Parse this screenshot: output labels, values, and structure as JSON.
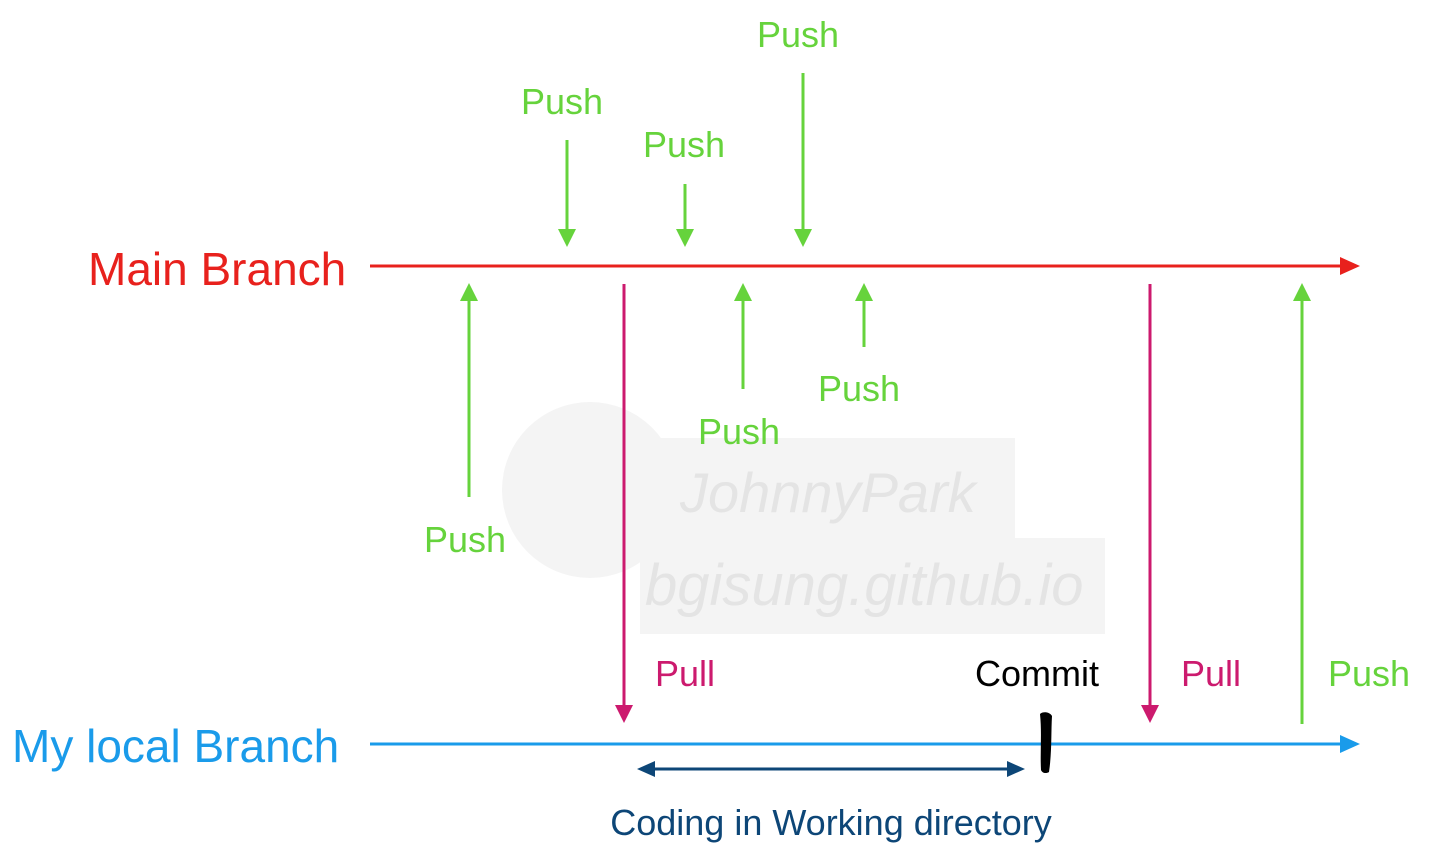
{
  "colors": {
    "main": "#e8211d",
    "local": "#1a9bea",
    "push": "#66d33c",
    "pull": "#cc1a6e",
    "commit": "#000000",
    "working": "#0d4677",
    "watermark": "#e9e9e9"
  },
  "labels": {
    "main_branch": "Main Branch",
    "local_branch": "My local Branch",
    "commit": "Commit",
    "working_dir": "Coding in Working directory"
  },
  "events": {
    "push_top_1": "Push",
    "push_top_2": "Push",
    "push_top_3": "Push",
    "push_bottom_1": "Push",
    "push_bottom_2": "Push",
    "push_bottom_3": "Push",
    "push_local": "Push",
    "pull_1": "Pull",
    "pull_2": "Pull"
  },
  "watermark": {
    "line1": "JohnnyPark",
    "line2": "bgisung.github.io"
  }
}
